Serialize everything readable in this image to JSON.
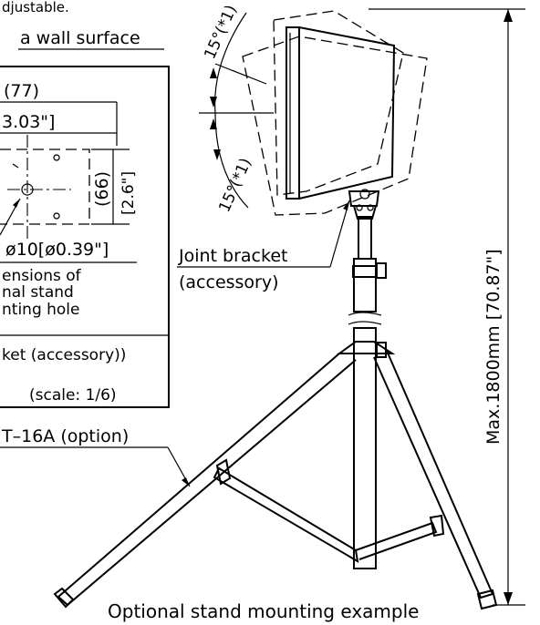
{
  "top": {
    "clipped_note": "djustable.",
    "wall_heading": "a wall surface"
  },
  "hole_detail": {
    "dim_width_mm": "(77)",
    "dim_width_in": "3.03\"]",
    "dim_height_mm": "(66)",
    "dim_height_in": "[2.6\"]",
    "hole_diameter": "ø10[ø0.39\"]",
    "caption": [
      "ensions of",
      "nal stand",
      "nting hole"
    ],
    "bracket_note": "ket (accessory))",
    "scale": "(scale: 1/6)"
  },
  "stand": {
    "model_label": "T–16A (option)",
    "joint_label_1": "Joint bracket",
    "joint_label_2": "(accessory)",
    "angle_upper": "15°(*1)",
    "angle_lower": "15°(*1)",
    "max_height": "Max.1800mm  [70.87\"]",
    "caption": "Optional stand mounting example"
  }
}
